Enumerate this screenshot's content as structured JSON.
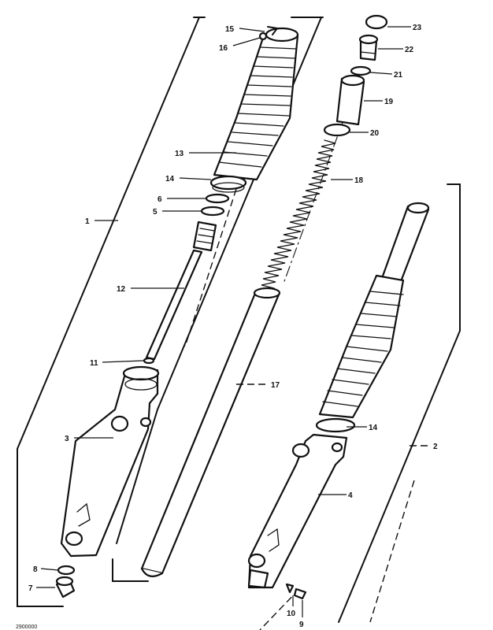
{
  "callouts": {
    "c1": "1",
    "c2": "2",
    "c4": "4",
    "c3": "3",
    "c5": "5",
    "c6": "6",
    "c7": "7",
    "c8": "8",
    "c9": "9",
    "c10": "10",
    "c11": "11",
    "c12": "12",
    "c13": "13",
    "c14a": "14",
    "c14b": "14",
    "c15": "15",
    "c16": "16",
    "c17": "17",
    "c18": "18",
    "c19": "19",
    "c20": "20",
    "c21": "21",
    "c22": "22",
    "c23": "23"
  },
  "corner_code": "2900000"
}
